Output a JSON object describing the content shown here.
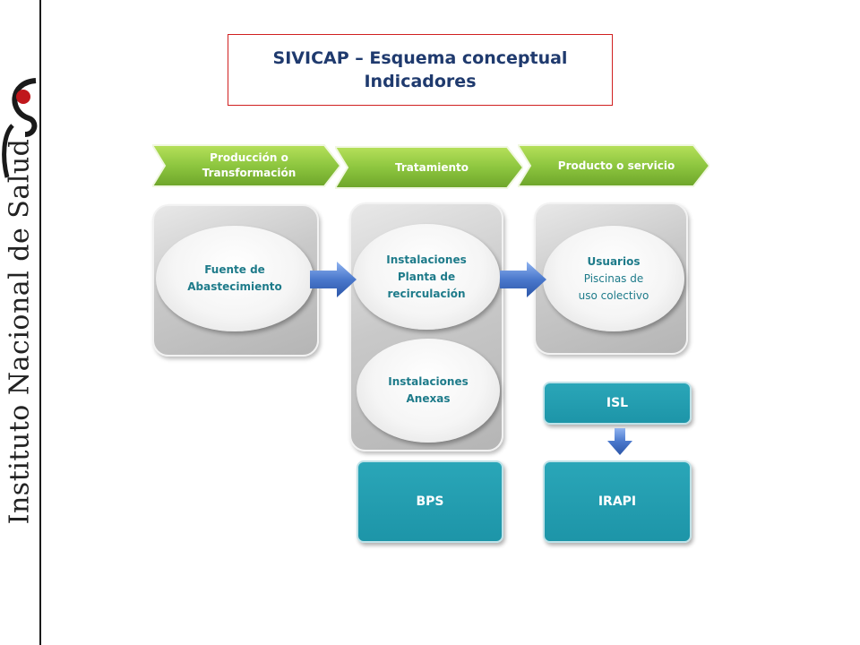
{
  "title": {
    "line1": "SIVICAP – Esquema conceptual",
    "line2": "Indicadores"
  },
  "sidebar": {
    "institution": "Instituto Nacional de Salud"
  },
  "stages": [
    {
      "line1": "Producción o",
      "line2": "Transformación"
    },
    {
      "line1": "Tratamiento",
      "line2": ""
    },
    {
      "line1": "Producto o  servicio",
      "line2": ""
    }
  ],
  "nodes": {
    "fuente": {
      "line1": "Fuente de",
      "line2": "Abastecimiento"
    },
    "instalaciones_planta": {
      "line1": "Instalaciones",
      "line2": "Planta de",
      "line3": "recirculación"
    },
    "instalaciones_anexas": {
      "line1": "Instalaciones",
      "line2": "Anexas"
    },
    "usuarios": {
      "line1": "Usuarios",
      "line2": "Piscinas de",
      "line3": "uso colectivo"
    }
  },
  "indicators": {
    "bps": "BPS",
    "isl": "ISL",
    "irapi": "IRAPI"
  },
  "colors": {
    "chevron_green": "#8dc63f",
    "teal": "#1e9aad",
    "title_border": "#d02020",
    "title_text": "#1f3a6e",
    "arrow_blue": "#3f6fc6"
  }
}
